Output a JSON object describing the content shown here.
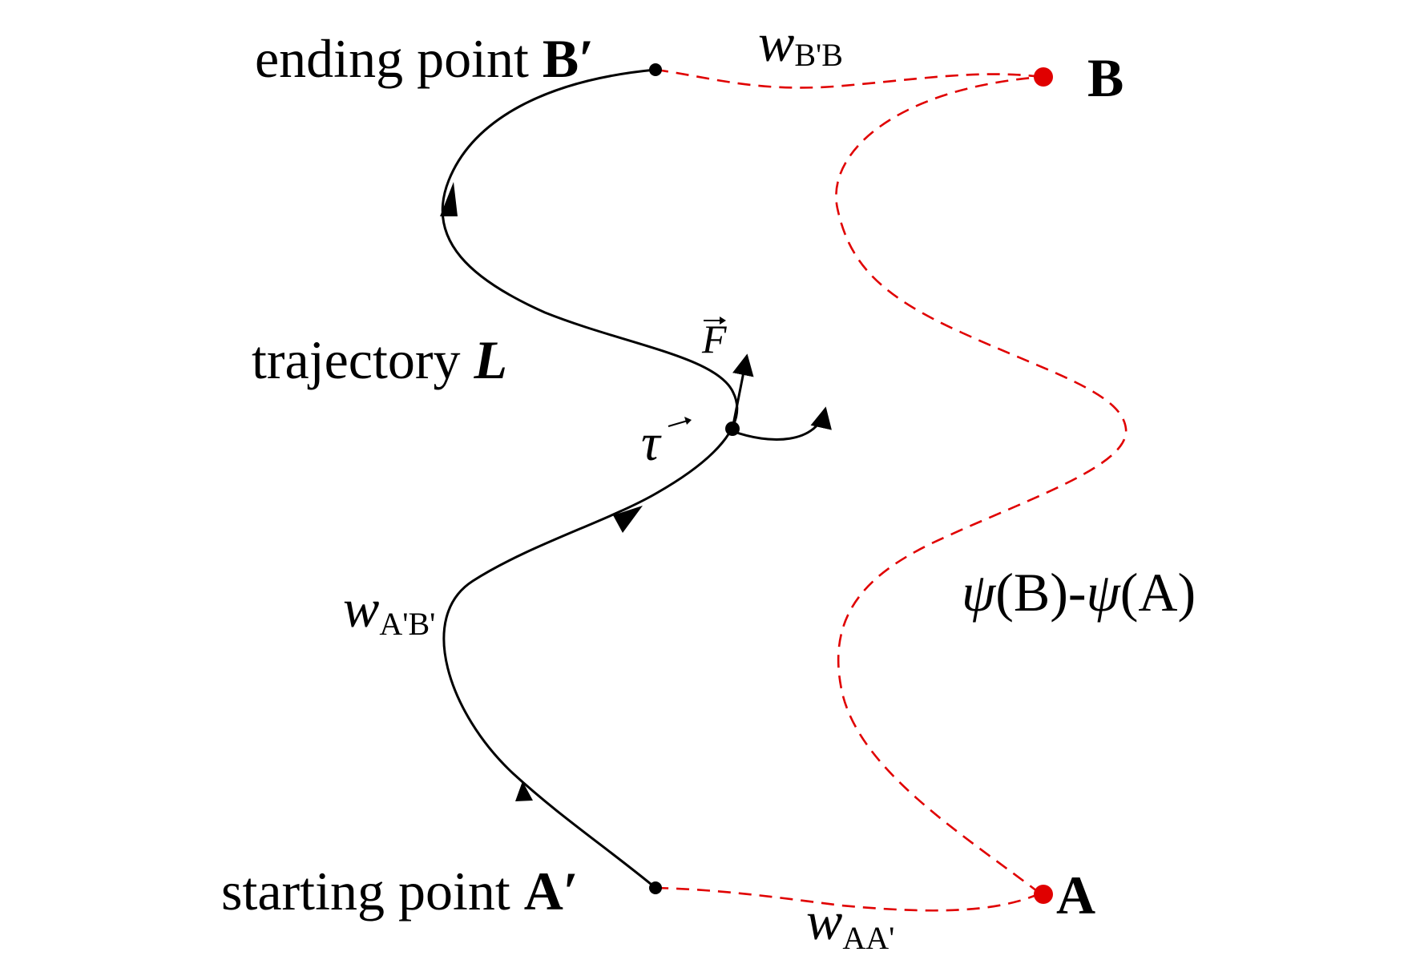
{
  "labels": {
    "ending_text": "ending point",
    "ending_point": "B′",
    "starting_text": "starting point",
    "starting_point": "A′",
    "point_b": "B",
    "point_a": "A",
    "trajectory_text": "trajectory",
    "trajectory_symbol": "L",
    "force_symbol": "F",
    "tangent_symbol": "τ",
    "w_b_prime_b": {
      "base": "w",
      "sub": "B'B"
    },
    "w_a_prime_b_prime": {
      "base": "w",
      "sub": "A'B'"
    },
    "w_a_a_prime": {
      "base": "w",
      "sub": "AA'"
    },
    "potential_difference": {
      "psi1": "ψ",
      "arg1": "(B)-",
      "psi2": "ψ",
      "arg2": "(A)"
    }
  },
  "colors": {
    "trajectory": "#000000",
    "dashed_path": "#e00000",
    "endpoint_dot": "#e00000",
    "marker_dot": "#000000"
  }
}
